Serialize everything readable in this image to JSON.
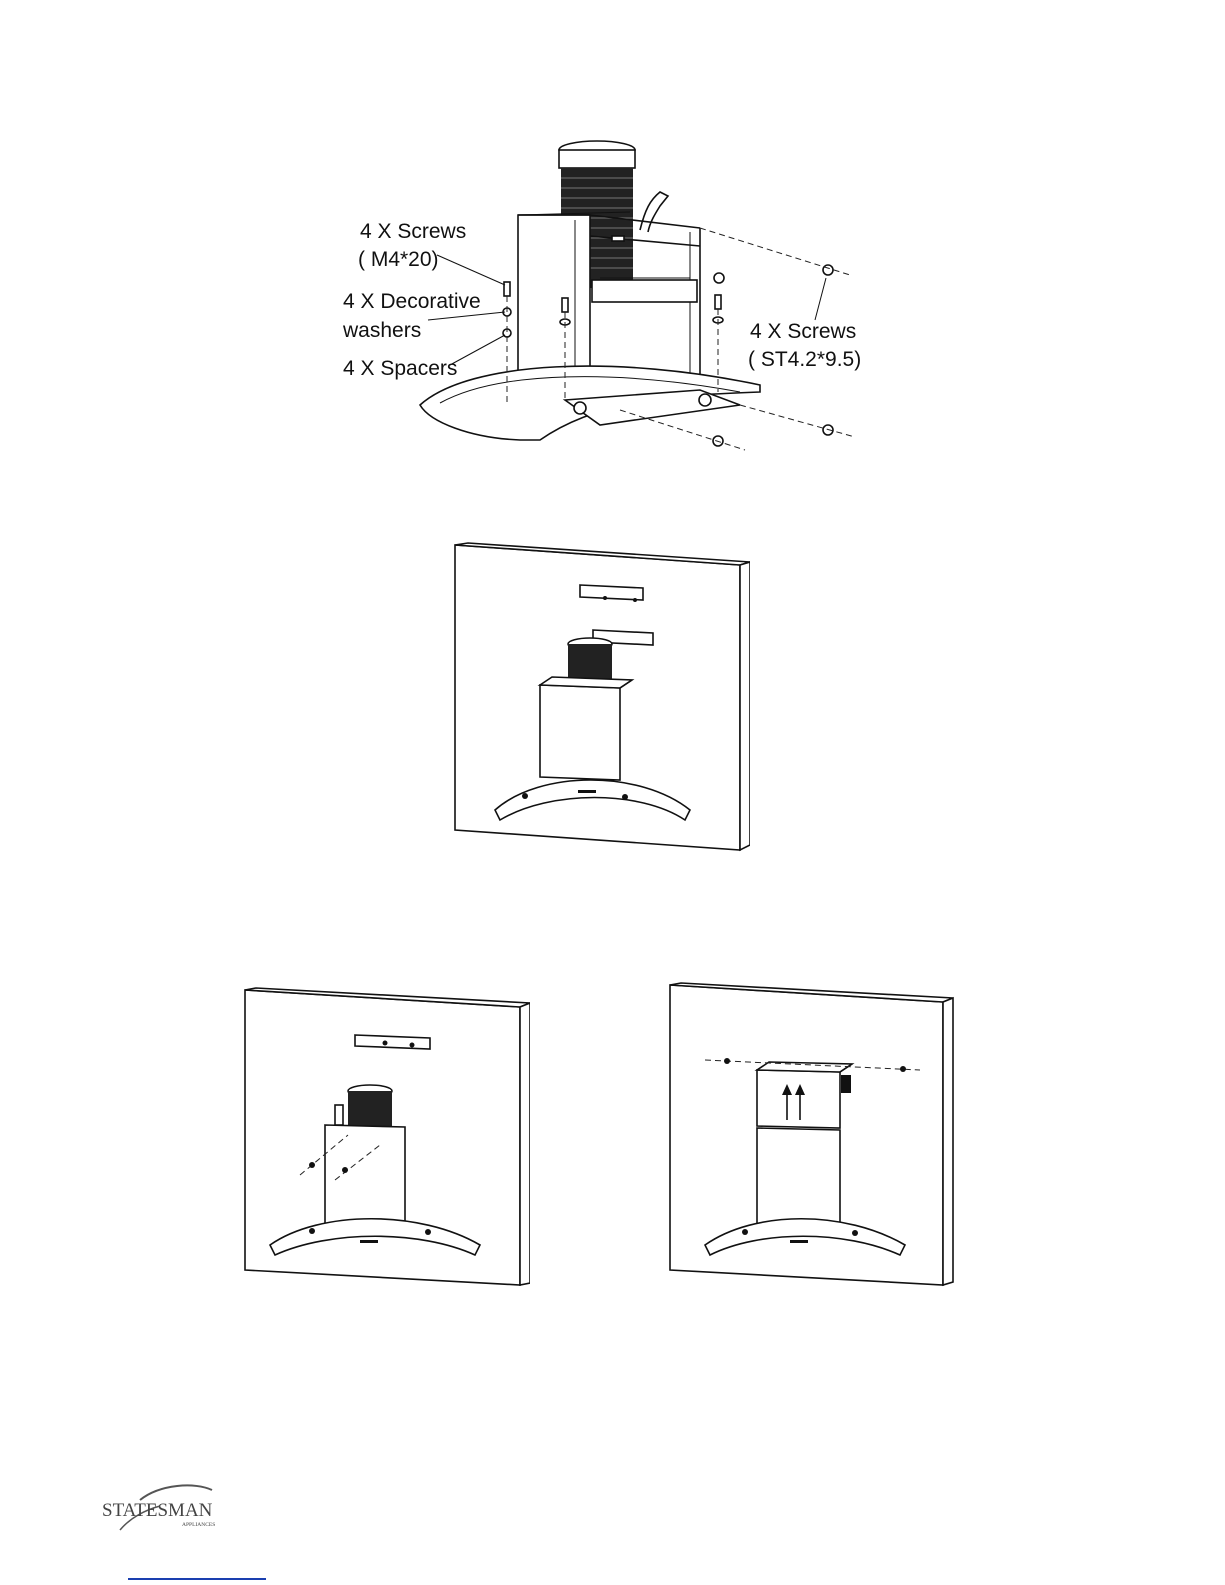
{
  "figure1": {
    "labels": {
      "screws_top_line1": "4 X Screws",
      "screws_top_line2": "( M4*20)",
      "washers_line1": "4 X Decorative",
      "washers_line2": "washers",
      "spacers": "4 X Spacers",
      "screws_side_line1": "4 X Screws",
      "screws_side_line2": "( ST4.2*9.5)"
    }
  },
  "logo": {
    "name": "STATESMAN",
    "tagline": "APPLIANCES"
  }
}
